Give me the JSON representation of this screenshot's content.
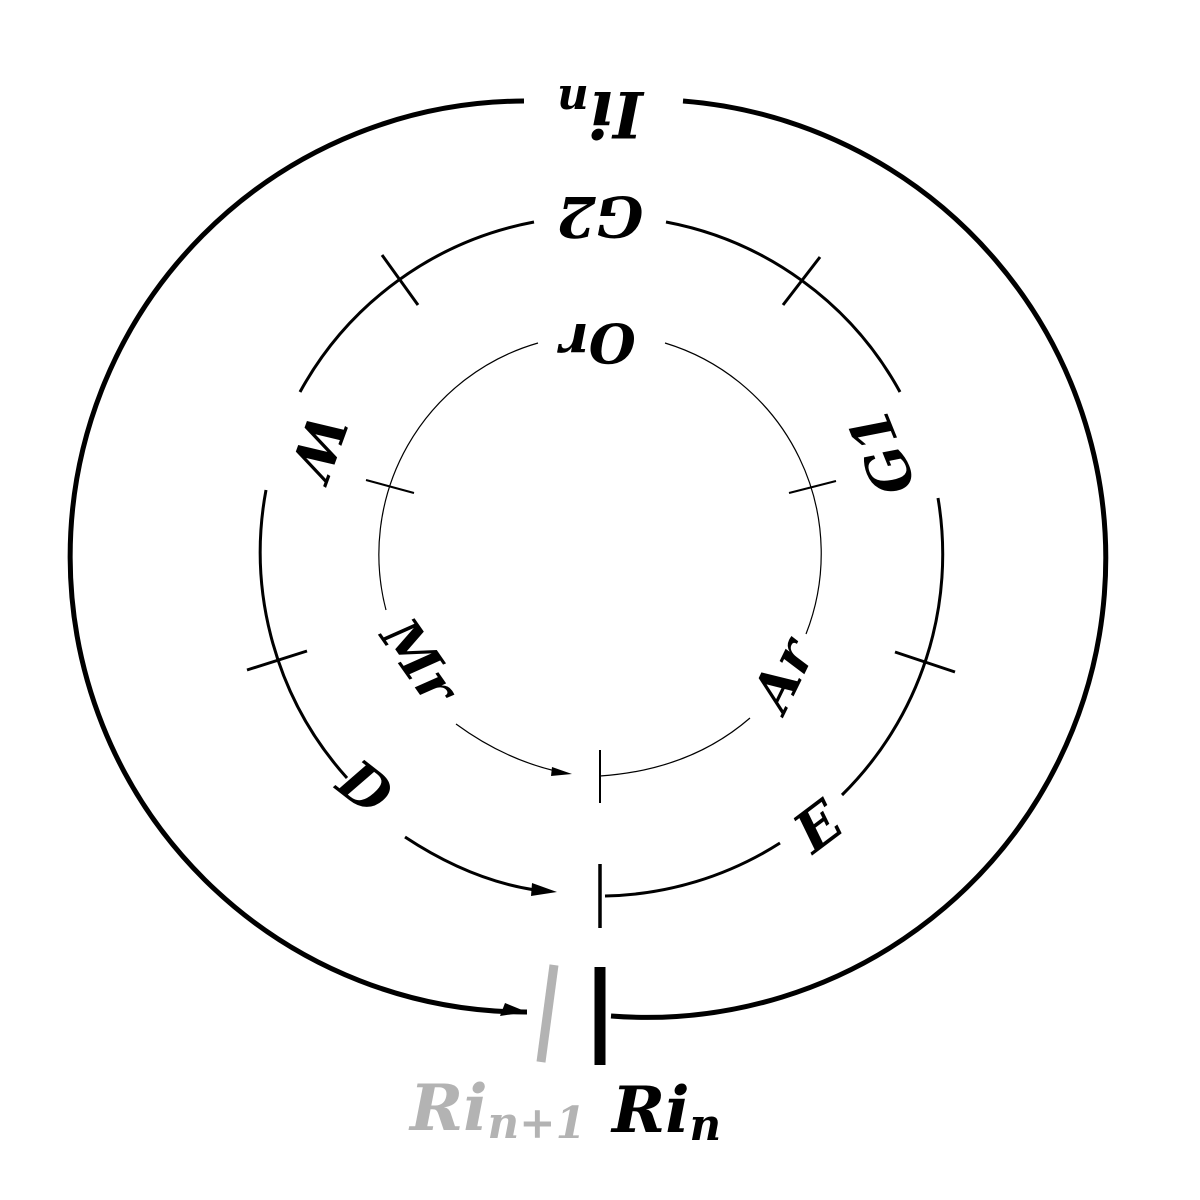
{
  "colors": {
    "ink": "#000000",
    "ghost": "#b3b3b3",
    "background": "#ffffff"
  },
  "outer_ring": {
    "label": "Ii",
    "label_sub": "n"
  },
  "middle_ring": {
    "segments": [
      "G2",
      "G1",
      "E",
      "D",
      "W"
    ]
  },
  "inner_ring": {
    "segments": [
      "Or",
      "Ar",
      "Mr"
    ]
  },
  "markers": {
    "current": {
      "label": "Ri",
      "label_sub": "n"
    },
    "next": {
      "label": "Ri",
      "label_sub": "n+1"
    }
  }
}
